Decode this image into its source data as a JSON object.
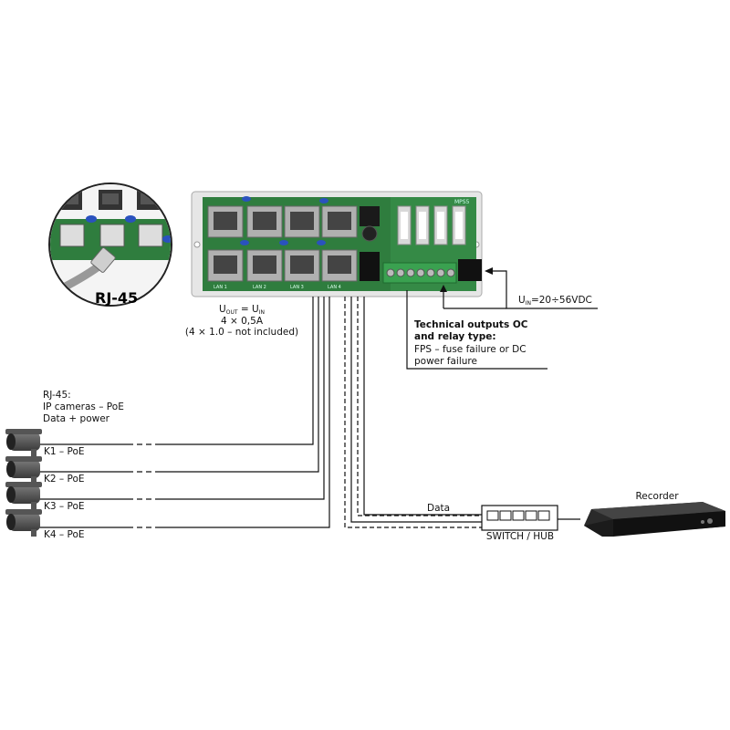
{
  "rj45_inset": {
    "title": "RJ-45"
  },
  "output_spec": {
    "u_out_main": "U",
    "u_out_sub": "OUT",
    "equals": " = ",
    "u_in_main": "U",
    "u_in_sub": "IN",
    "current": "4 × 0,5A",
    "fuses": "(4 × 1.0 – not included)"
  },
  "input_spec": {
    "u_main": "U",
    "u_sub": "IN",
    "value": "=20÷56VDC"
  },
  "tech_outputs": {
    "title_line1": "Technical outputs OC",
    "title_line2": "and relay type:",
    "desc_line1": "FPS – fuse failure or DC",
    "desc_line2": "power failure"
  },
  "cameras": {
    "header_line1": "RJ-45:",
    "header_line2": "IP cameras – PoE",
    "header_line3": "Data + power",
    "items": [
      {
        "label": "K1 – PoE"
      },
      {
        "label": "K2 – PoE"
      },
      {
        "label": "K3 – PoE"
      },
      {
        "label": "K4 – PoE"
      }
    ]
  },
  "data_link": {
    "label": "Data"
  },
  "switch": {
    "label": "SWITCH / HUB"
  },
  "recorder": {
    "label": "Recorder"
  },
  "board_marks": {
    "model": "MPS5",
    "ports": [
      "LAN 1",
      "LAN 2",
      "LAN 3",
      "LAN 4"
    ]
  },
  "colors": {
    "pcb": "#2f7d3e",
    "terminal": "#3aa150",
    "device_body": "#222222",
    "line": "#111111"
  }
}
